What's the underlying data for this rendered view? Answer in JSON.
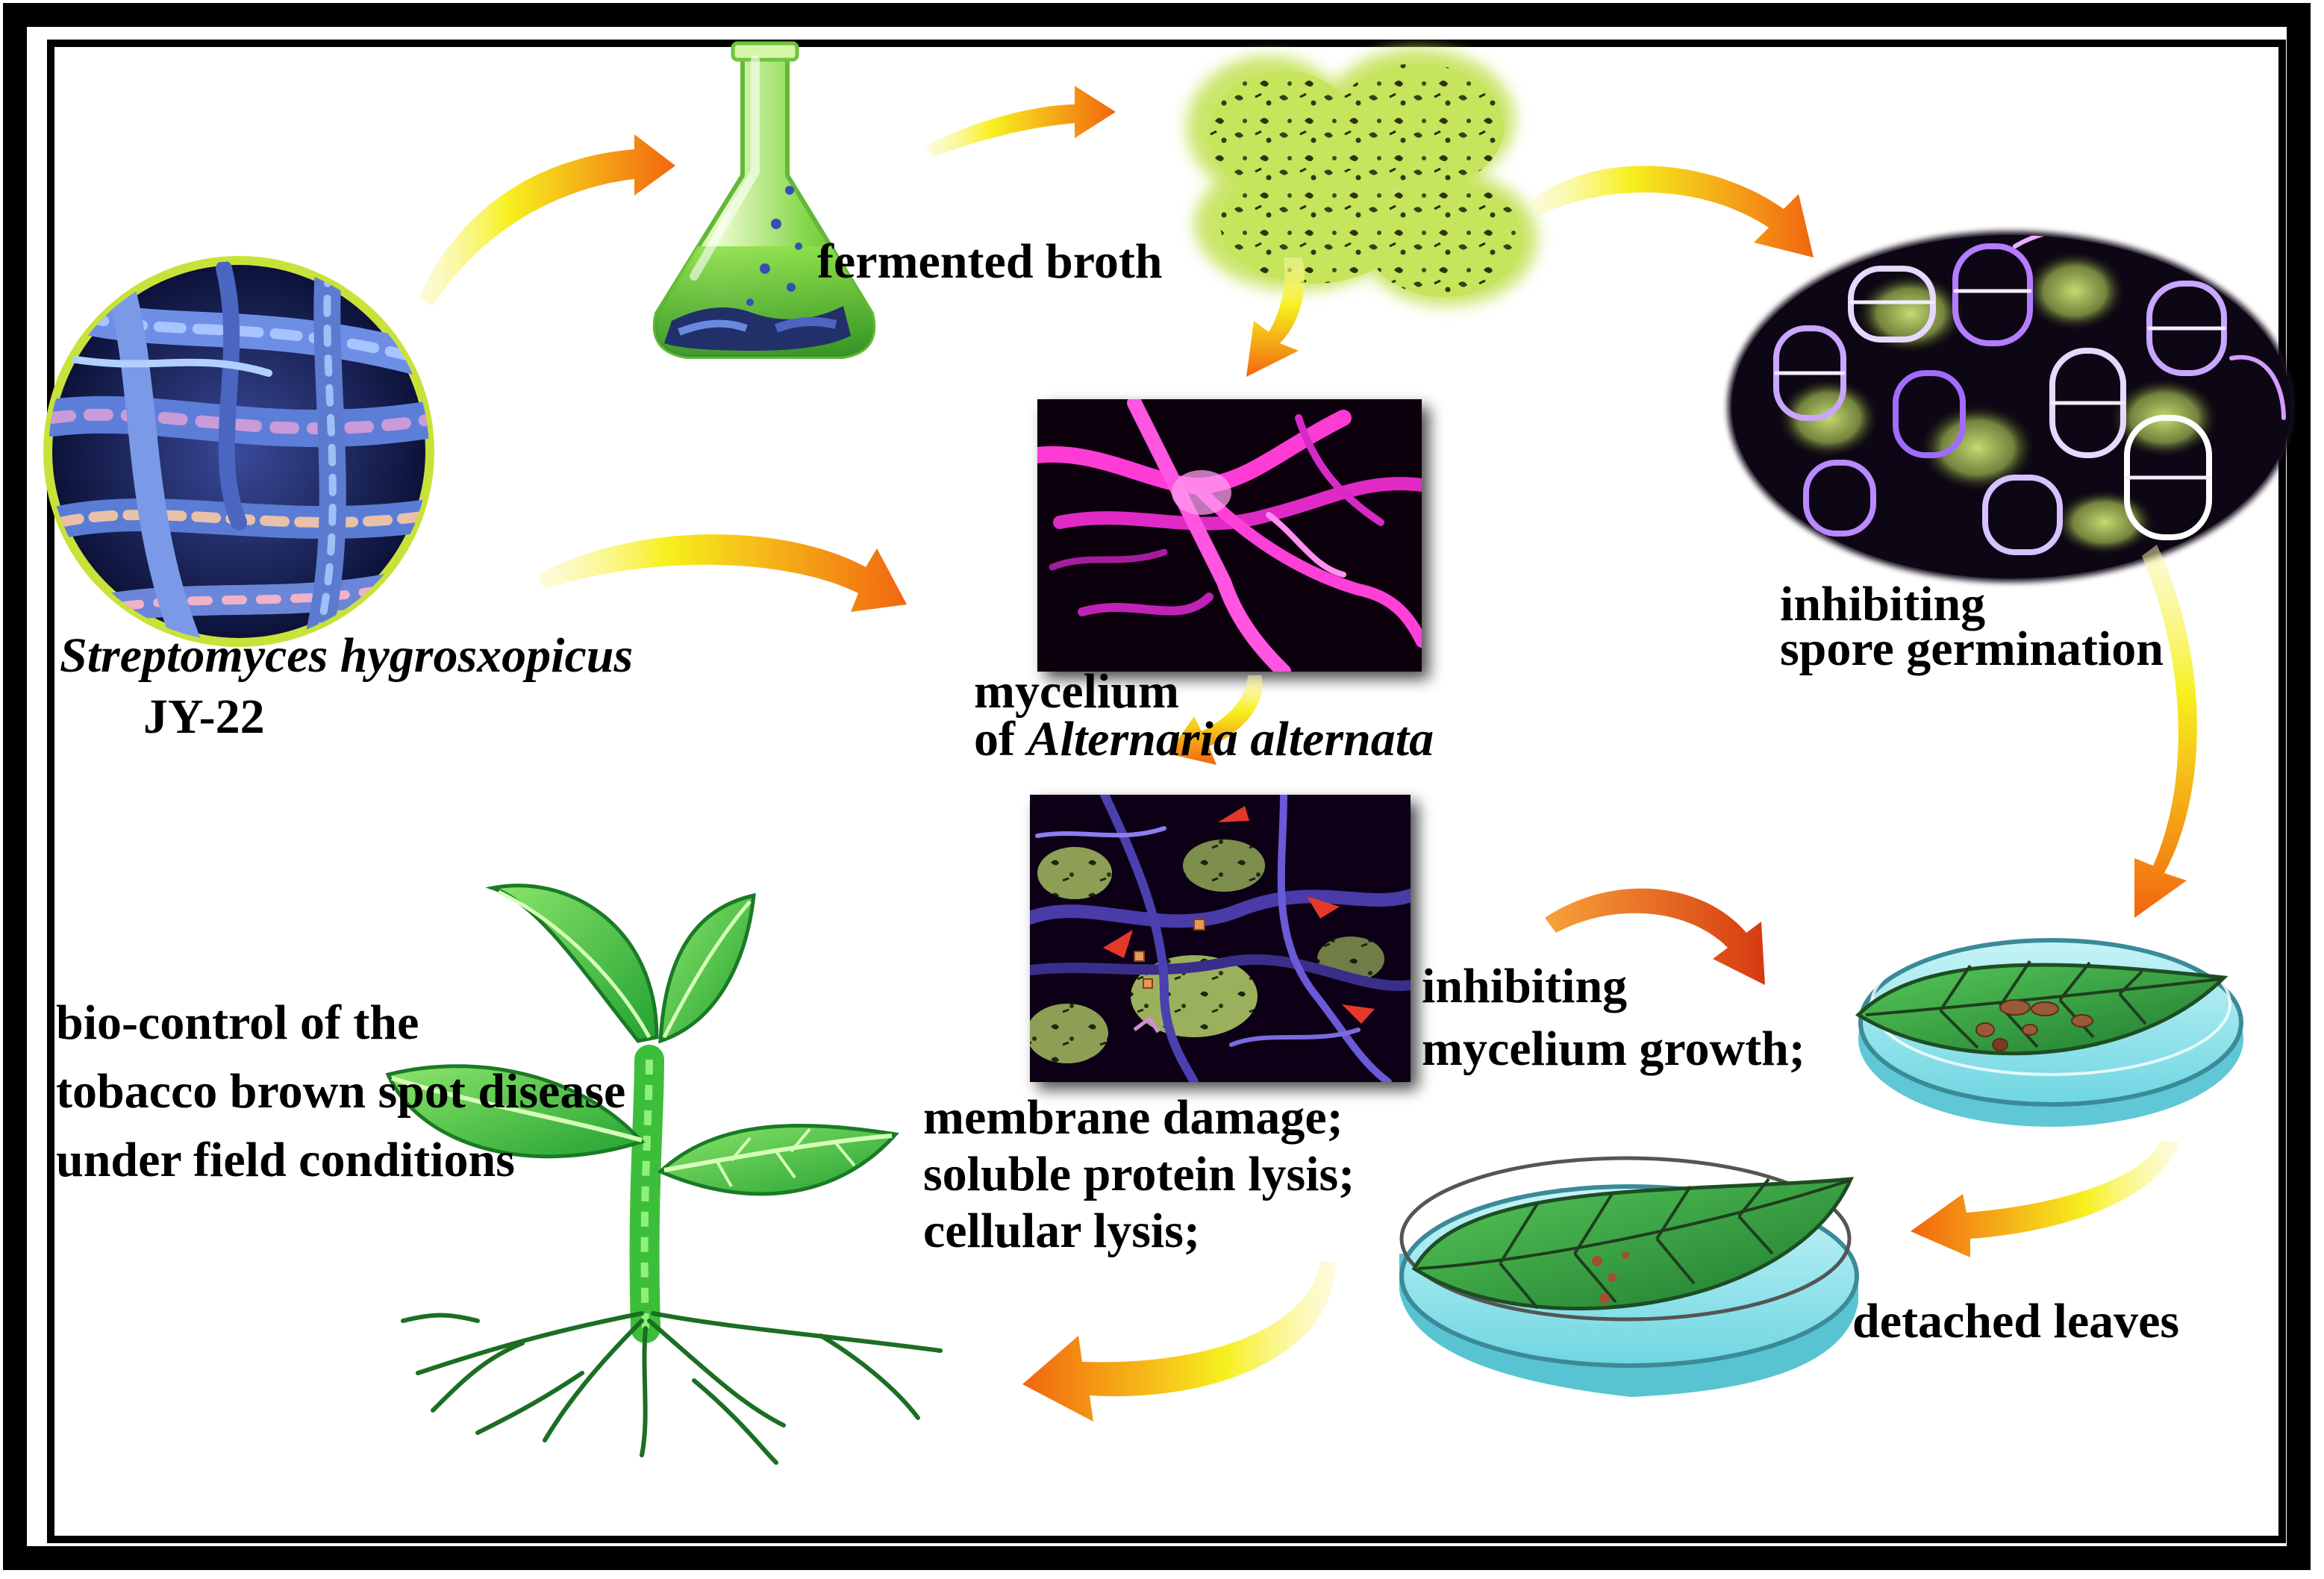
{
  "labels": {
    "organism_line1_a": "Streptomyces hygrosxopicus",
    "organism_line2": "JY-22",
    "fermented_broth": "fermented broth",
    "mycelium_line1": "mycelium",
    "mycelium_line2_a": "of ",
    "mycelium_line2_b": "Alternaria alternata",
    "spore_line1": "inhibiting",
    "spore_line2": "spore germination",
    "growth_line1": "inhibiting",
    "growth_line2": "mycelium growth;",
    "damage_line1": "membrane damage;",
    "damage_line2": "soluble protein lysis;",
    "damage_line3": "cellular lysis;",
    "detached": "detached leaves",
    "biocontrol_line1": "bio-control of the",
    "biocontrol_line2": "tobacco brown spot disease",
    "biocontrol_line3": "under field conditions"
  },
  "colors": {
    "frame": "#000000",
    "arrow_start": "#f7f01e",
    "arrow_end": "#f2650f",
    "spore_green": "#c4e35a",
    "hyphae_magenta": "#ff3bd6",
    "petri_water": "#8fe4ec",
    "leaf_green": "#2f9a3e",
    "plant_green": "#41c93a"
  },
  "icons": [
    "streptomyces-micrograph-icon",
    "erlenmeyer-flask-icon",
    "spore-cluster-icon",
    "germinating-spores-icon",
    "mycelium-micrograph-icon",
    "damaged-mycelium-icon",
    "petri-dish-leaf-icon",
    "seedling-icon"
  ]
}
